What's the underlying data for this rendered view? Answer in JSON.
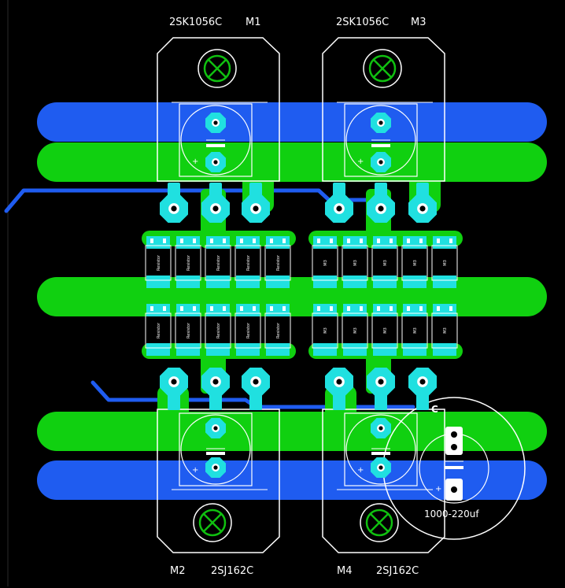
{
  "colors": {
    "background": "#000000",
    "top_copper": "#1f5cf0",
    "bottom_copper": "#10d010",
    "pad": "#20e0e0",
    "silkscreen": "#ffffff",
    "mounting_hole": "#10c010"
  },
  "transistors": {
    "m1": {
      "part": "2SK1056C",
      "ref": "M1"
    },
    "m3": {
      "part": "2SK1056C",
      "ref": "M3"
    },
    "m2": {
      "part": "2SJ162C",
      "ref": "M2"
    },
    "m4": {
      "part": "2SJ162C",
      "ref": "M4"
    }
  },
  "resistors": {
    "left_label": "Resistor",
    "right_label": "M3"
  },
  "capacitors": {
    "main_value": "1000-220uf",
    "polarity": "+",
    "partial_ref": "C"
  }
}
